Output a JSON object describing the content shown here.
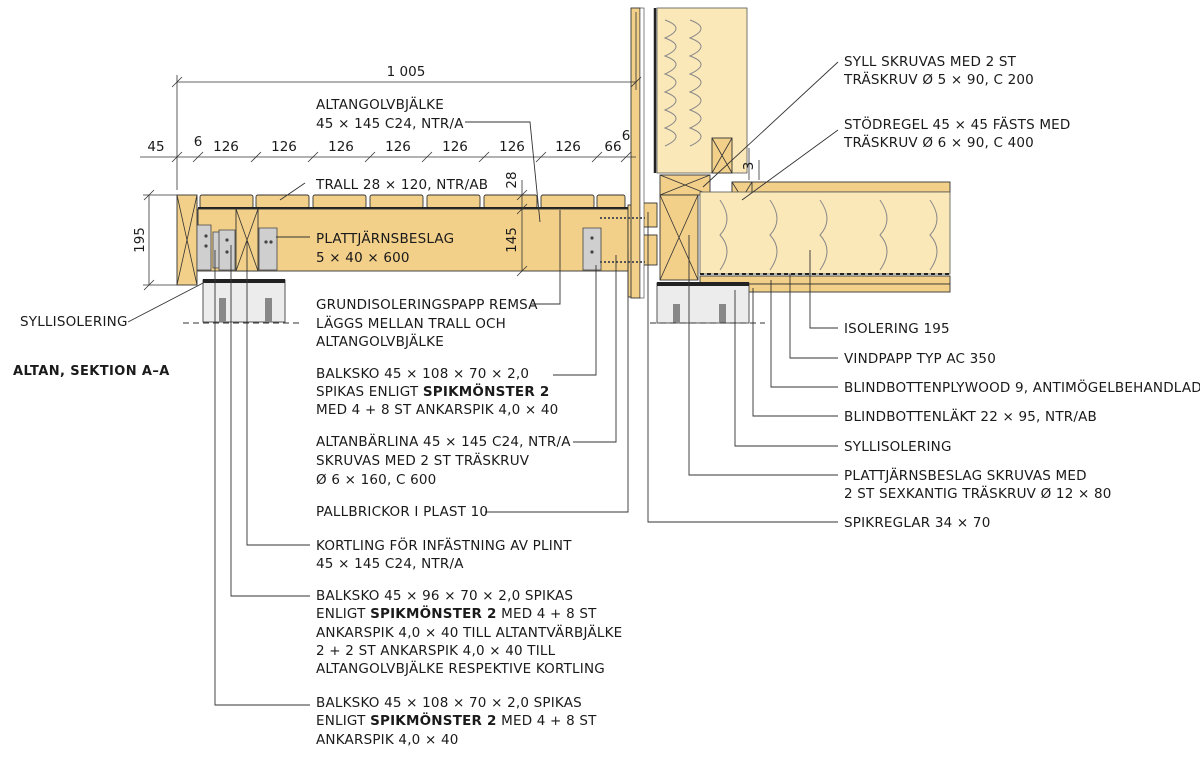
{
  "title": "ALTAN, SEKTION A–A",
  "dimensions": {
    "overall": "1 005",
    "segments": [
      "45",
      "6",
      "126",
      "126",
      "126",
      "126",
      "126",
      "126",
      "126",
      "66",
      "6"
    ],
    "height_195": "195",
    "height_145": "145",
    "height_28": "28",
    "gap_3": "3"
  },
  "labels": {
    "altangolvbjalke": [
      "ALTANGOLVBJÄLKE",
      "45 × 145 C24, NTR/A"
    ],
    "trall": [
      "TRALL 28 × 120, NTR/AB"
    ],
    "plattjarnsbeslag": [
      "PLATTJÄRNSBESLAG",
      "5 × 40 × 600"
    ],
    "syllisolering_left": [
      "SYLLISOLERING"
    ],
    "grundisoleringspapp": [
      "GRUNDISOLERINGSPAPP REMSA",
      "LÄGGS MELLAN TRALL OCH",
      "ALTANGOLVBJÄLKE"
    ],
    "balksko1": {
      "line1": "BALKSKO 45 × 108 × 70 × 2,0",
      "line2_pre": "SPIKAS ENLIGT ",
      "line2_bold": "SPIKMÖNSTER 2",
      "line3": "MED 4 + 8 ST ANKARSPIK 4,0 × 40"
    },
    "altanbarlina": [
      "ALTANBÄRLINA 45 × 145 C24, NTR/A",
      "SKRUVAS MED 2 ST TRÄSKRUV",
      "Ø 6 × 160, C 600"
    ],
    "pallbrickor": [
      "PALLBRICKOR I PLAST 10"
    ],
    "kortling": [
      "KORTLING FÖR INFÄSTNING AV PLINT",
      "45 × 145 C24, NTR/A"
    ],
    "balksko2": {
      "line1": "BALKSKO 45 × 96 × 70 × 2,0 SPIKAS",
      "line2_pre": "ENLIGT ",
      "line2_bold": "SPIKMÖNSTER 2",
      "line2_post": " MED 4 + 8 ST",
      "line3": "ANKARSPIK 4,0 × 40 TILL ALTANTVÄRBJÄLKE",
      "line4": "2 + 2 ST ANKARSPIK 4,0 × 40 TILL",
      "line5": "ALTANGOLVBJÄLKE RESPEKTIVE KORTLING"
    },
    "balksko3": {
      "line1": "BALKSKO 45 × 108 × 70 × 2,0 SPIKAS",
      "line2_pre": "ENLIGT ",
      "line2_bold": "SPIKMÖNSTER 2",
      "line2_post": " MED 4 + 8 ST",
      "line3": "ANKARSPIK 4,0 × 40"
    },
    "syll": [
      "SYLL SKRUVAS MED 2 ST",
      "TRÄSKRUV Ø 5 × 90, C 200"
    ],
    "stodregel": [
      "STÖDREGEL 45 × 45 FÄSTS MED",
      "TRÄSKRUV Ø 6 × 90, C 400"
    ],
    "isolering": [
      "ISOLERING 195"
    ],
    "vindpapp": [
      "VINDPAPP TYP AC 350"
    ],
    "blindbottenplywood": [
      "BLINDBOTTENPLYWOOD 9, ANTIMÖGELBEHANDLAD"
    ],
    "blindbottenlakt": [
      "BLINDBOTTENLÄKT 22 × 95, NTR/AB"
    ],
    "syllisolering_right": [
      "SYLLISOLERING"
    ],
    "plattjarn_skruv": [
      "PLATTJÄRNSBESLAG SKRUVAS MED",
      "2 ST SEXKANTIG TRÄSKRUV Ø 12 × 80"
    ],
    "spikreglar": [
      "SPIKREGLAR 34 × 70"
    ]
  },
  "colors": {
    "wood": "#f3d08a",
    "insulation": "#fbe8b9",
    "steel": "#cfcfcf",
    "concrete": "#ececec",
    "line": "#333333"
  }
}
